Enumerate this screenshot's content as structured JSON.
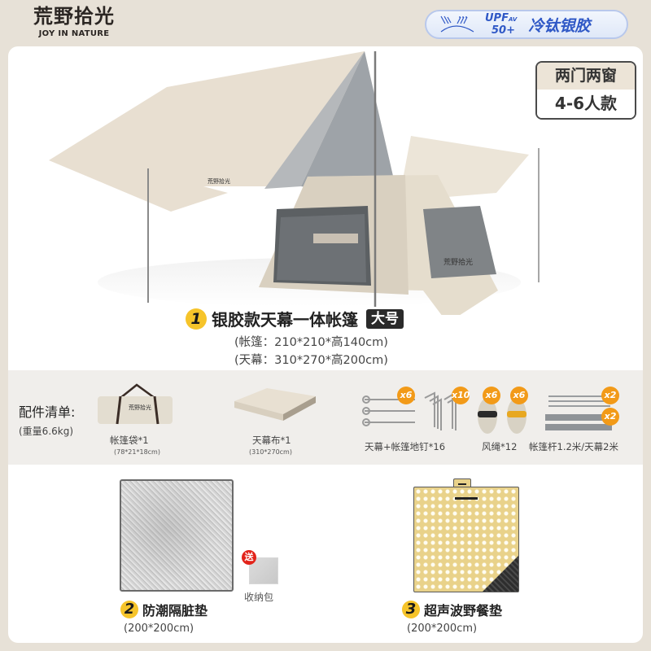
{
  "brand": {
    "name_cn": "荒野拾光",
    "name_en": "JOY IN NATURE"
  },
  "upf_badge": {
    "icon": "sun-shield-icon",
    "upf_label": "UPF",
    "upf_sub": "AV",
    "upf_value": "50+",
    "feature": "冷钛银胶",
    "color": "#2f58c6"
  },
  "people_tag": {
    "line1": "两门两窗",
    "line2": "4-6人款"
  },
  "product1": {
    "number": "1",
    "title": "银胶款天幕一体帐篷",
    "size_badge": "大号",
    "spec_tent": "(帐篷：210*210*高140cm)",
    "spec_canopy": "(天幕：310*270*高200cm)"
  },
  "accessories": {
    "label": "配件清单:",
    "weight": "(重量6.6kg)",
    "items": [
      {
        "name": "帐篷袋*1",
        "sub": "(78*21*18cm)",
        "icon": "tent-bag-icon"
      },
      {
        "name": "天幕布*1",
        "sub": "(310*270cm)",
        "icon": "folded-canopy-icon"
      },
      {
        "name": "天幕+帐篷地钉*16",
        "icon": "ground-stakes-icon",
        "qty": [
          "x6",
          "x10"
        ]
      },
      {
        "name": "风绳*12",
        "icon": "wind-rope-icon",
        "qty": [
          "x6",
          "x6"
        ]
      },
      {
        "name": "帐篷杆1.2米/天幕2米",
        "icon": "poles-icon",
        "qty": [
          "x2",
          "x2"
        ]
      }
    ]
  },
  "product2": {
    "number": "2",
    "title": "防潮隔脏垫",
    "spec": "(200*200cm)",
    "gift_badge": "送",
    "gift_label": "收纳包"
  },
  "product3": {
    "number": "3",
    "title": "超声波野餐垫",
    "spec": "(200*200cm)"
  },
  "colors": {
    "background": "#e7e1d7",
    "number_badge": "#f6c42a",
    "qty_badge": "#f29a18",
    "gift_badge": "#e2231a"
  }
}
